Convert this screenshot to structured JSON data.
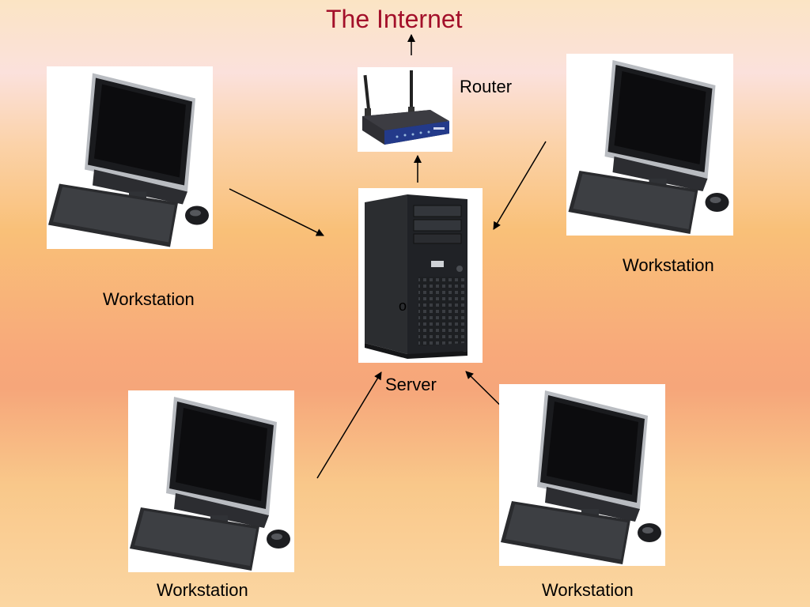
{
  "diagram": {
    "title": "The Internet",
    "nodes": {
      "router": {
        "label": "Router"
      },
      "server": {
        "label": "Server"
      },
      "workstation_top_left": {
        "label": "Workstation"
      },
      "workstation_top_right": {
        "label": "Workstation"
      },
      "workstation_bottom_left": {
        "label": "Workstation"
      },
      "workstation_bottom_right": {
        "label": "Workstation"
      }
    },
    "stray_text": "o",
    "edges": [
      {
        "from": "router",
        "to": "The Internet"
      },
      {
        "from": "server",
        "to": "router"
      },
      {
        "from": "workstation_top_left",
        "to": "server"
      },
      {
        "from": "workstation_top_right",
        "to": "server"
      },
      {
        "from": "workstation_bottom_left",
        "to": "server"
      },
      {
        "from": "workstation_bottom_right",
        "to": "server"
      }
    ]
  },
  "colors": {
    "title": "#a3102a",
    "arrow": "#000000"
  }
}
